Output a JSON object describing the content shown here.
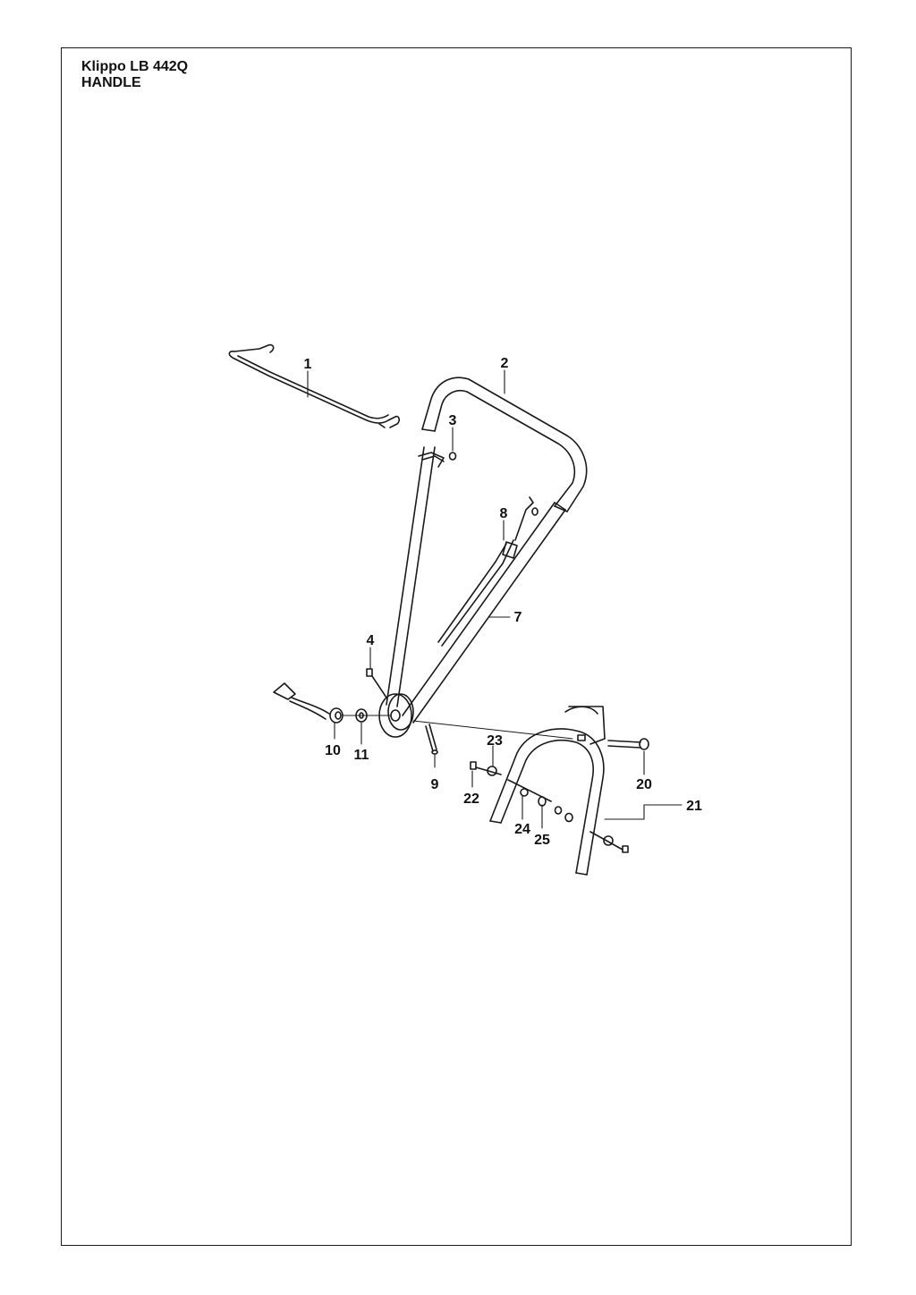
{
  "header": {
    "model": "Klippo LB 442Q",
    "section": "HANDLE"
  },
  "parts": [
    {
      "id": "part-1",
      "number": "1"
    },
    {
      "id": "part-2",
      "number": "2"
    },
    {
      "id": "part-3",
      "number": "3"
    },
    {
      "id": "part-4",
      "number": "4"
    },
    {
      "id": "part-7",
      "number": "7"
    },
    {
      "id": "part-8",
      "number": "8"
    },
    {
      "id": "part-9",
      "number": "9"
    },
    {
      "id": "part-10",
      "number": "10"
    },
    {
      "id": "part-11",
      "number": "11"
    },
    {
      "id": "part-20",
      "number": "20"
    },
    {
      "id": "part-21",
      "number": "21"
    },
    {
      "id": "part-22",
      "number": "22"
    },
    {
      "id": "part-23",
      "number": "23"
    },
    {
      "id": "part-24",
      "number": "24"
    },
    {
      "id": "part-25",
      "number": "25"
    }
  ]
}
